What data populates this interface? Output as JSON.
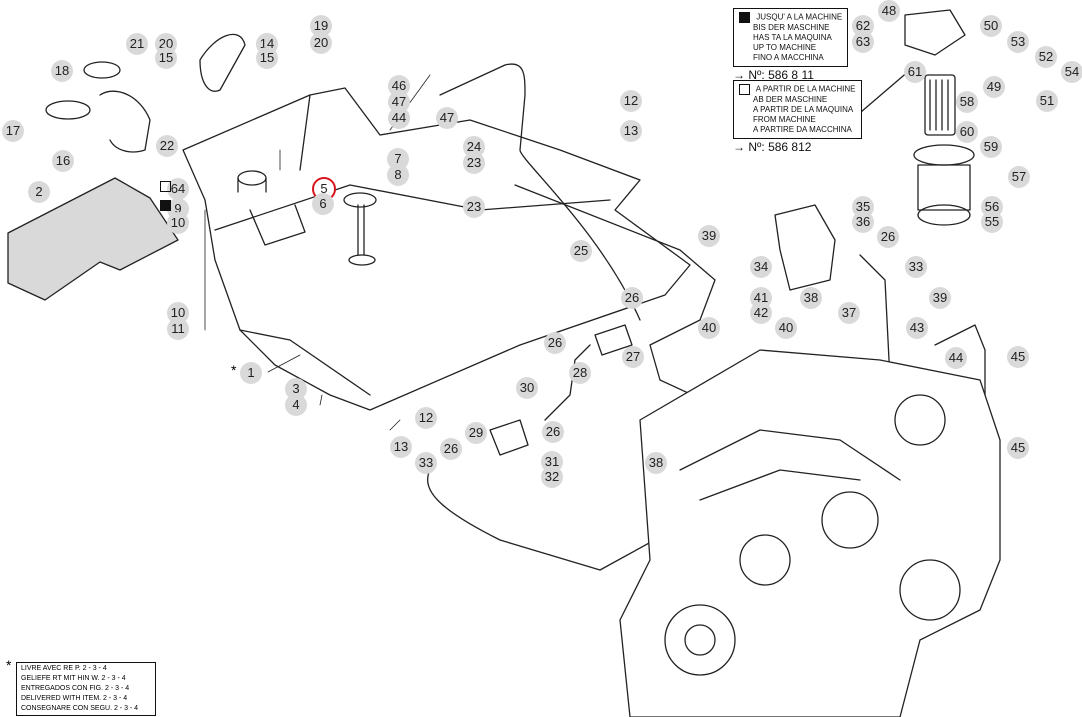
{
  "legend_solid": {
    "lines": [
      "JUSQU' A LA MACHINE",
      "BIS DER MASCHINE",
      "HAS TA LA MAQUINA",
      "UP TO MACHINE",
      "FINO A MACCHINA"
    ],
    "ref_prefix": "Nº:",
    "ref": "586 8 11"
  },
  "legend_open": {
    "lines": [
      "A PARTIR DE LA MACHINE",
      "AB DER MASCHINE",
      "A PARTIR DE LA MAQUINA",
      "FROM MACHINE",
      "A PARTIRE DA MACCHINA"
    ],
    "ref_prefix": "Nº:",
    "ref": "586 812"
  },
  "bom_note": {
    "marker": "*",
    "lines": [
      "LIVRE AVEC RE P. 2 - 3 - 4",
      "GELIEFE RT MIT HIN W. 2 - 3 - 4",
      "ENTREGADOS CON FIG. 2 - 3 - 4",
      "DELIVERED WITH ITEM. 2 - 3 - 4",
      "CONSEGNARE CON SEGU. 2 - 3 - 4"
    ]
  },
  "callouts": [
    {
      "id": "c18",
      "label": "18"
    },
    {
      "id": "c21",
      "label": "21"
    },
    {
      "id": "c20a",
      "label": "20"
    },
    {
      "id": "c15a",
      "label": "15"
    },
    {
      "id": "c14",
      "label": "14"
    },
    {
      "id": "c15b",
      "label": "15"
    },
    {
      "id": "c19",
      "label": "19"
    },
    {
      "id": "c20b",
      "label": "20"
    },
    {
      "id": "c17",
      "label": "17"
    },
    {
      "id": "c16",
      "label": "16"
    },
    {
      "id": "c22",
      "label": "22"
    },
    {
      "id": "c2",
      "label": "2"
    },
    {
      "id": "c64",
      "label": "64"
    },
    {
      "id": "c9",
      "label": "9"
    },
    {
      "id": "c10a",
      "label": "10"
    },
    {
      "id": "c10b",
      "label": "10"
    },
    {
      "id": "c11",
      "label": "11"
    },
    {
      "id": "c1",
      "label": "1"
    },
    {
      "id": "c3",
      "label": "3"
    },
    {
      "id": "c4",
      "label": "4"
    },
    {
      "id": "c5",
      "label": "5"
    },
    {
      "id": "c6",
      "label": "6"
    },
    {
      "id": "c7",
      "label": "7"
    },
    {
      "id": "c8",
      "label": "8"
    },
    {
      "id": "c46",
      "label": "46"
    },
    {
      "id": "c47a",
      "label": "47"
    },
    {
      "id": "c44a",
      "label": "44"
    },
    {
      "id": "c47b",
      "label": "47"
    },
    {
      "id": "c12a",
      "label": "12"
    },
    {
      "id": "c13a",
      "label": "13"
    },
    {
      "id": "c24",
      "label": "24"
    },
    {
      "id": "c23a",
      "label": "23"
    },
    {
      "id": "c23b",
      "label": "23"
    },
    {
      "id": "c25",
      "label": "25"
    },
    {
      "id": "c39a",
      "label": "39"
    },
    {
      "id": "c26a",
      "label": "26"
    },
    {
      "id": "c26b",
      "label": "26"
    },
    {
      "id": "c27",
      "label": "27"
    },
    {
      "id": "c28",
      "label": "28"
    },
    {
      "id": "c30",
      "label": "30"
    },
    {
      "id": "c29",
      "label": "29"
    },
    {
      "id": "c26c",
      "label": "26"
    },
    {
      "id": "c12b",
      "label": "12"
    },
    {
      "id": "c13b",
      "label": "13"
    },
    {
      "id": "c26d",
      "label": "26"
    },
    {
      "id": "c33a",
      "label": "33"
    },
    {
      "id": "c31",
      "label": "31"
    },
    {
      "id": "c32",
      "label": "32"
    },
    {
      "id": "c48",
      "label": "48"
    },
    {
      "id": "c62",
      "label": "62"
    },
    {
      "id": "c63",
      "label": "63"
    },
    {
      "id": "c50",
      "label": "50"
    },
    {
      "id": "c53",
      "label": "53"
    },
    {
      "id": "c52",
      "label": "52"
    },
    {
      "id": "c54",
      "label": "54"
    },
    {
      "id": "c61",
      "label": "61"
    },
    {
      "id": "c49",
      "label": "49"
    },
    {
      "id": "c51",
      "label": "51"
    },
    {
      "id": "c58",
      "label": "58"
    },
    {
      "id": "c60",
      "label": "60"
    },
    {
      "id": "c59",
      "label": "59"
    },
    {
      "id": "c57",
      "label": "57"
    },
    {
      "id": "c56",
      "label": "56"
    },
    {
      "id": "c55",
      "label": "55"
    },
    {
      "id": "c35",
      "label": "35"
    },
    {
      "id": "c36",
      "label": "36"
    },
    {
      "id": "c26e",
      "label": "26"
    },
    {
      "id": "c34",
      "label": "34"
    },
    {
      "id": "c33b",
      "label": "33"
    },
    {
      "id": "c38a",
      "label": "38"
    },
    {
      "id": "c41",
      "label": "41"
    },
    {
      "id": "c42",
      "label": "42"
    },
    {
      "id": "c39b",
      "label": "39"
    },
    {
      "id": "c37",
      "label": "37"
    },
    {
      "id": "c40a",
      "label": "40"
    },
    {
      "id": "c40b",
      "label": "40"
    },
    {
      "id": "c43",
      "label": "43"
    },
    {
      "id": "c44b",
      "label": "44"
    },
    {
      "id": "c45a",
      "label": "45"
    },
    {
      "id": "c45b",
      "label": "45"
    },
    {
      "id": "c38b",
      "label": "38"
    }
  ],
  "highlight_color": "#d9141c"
}
